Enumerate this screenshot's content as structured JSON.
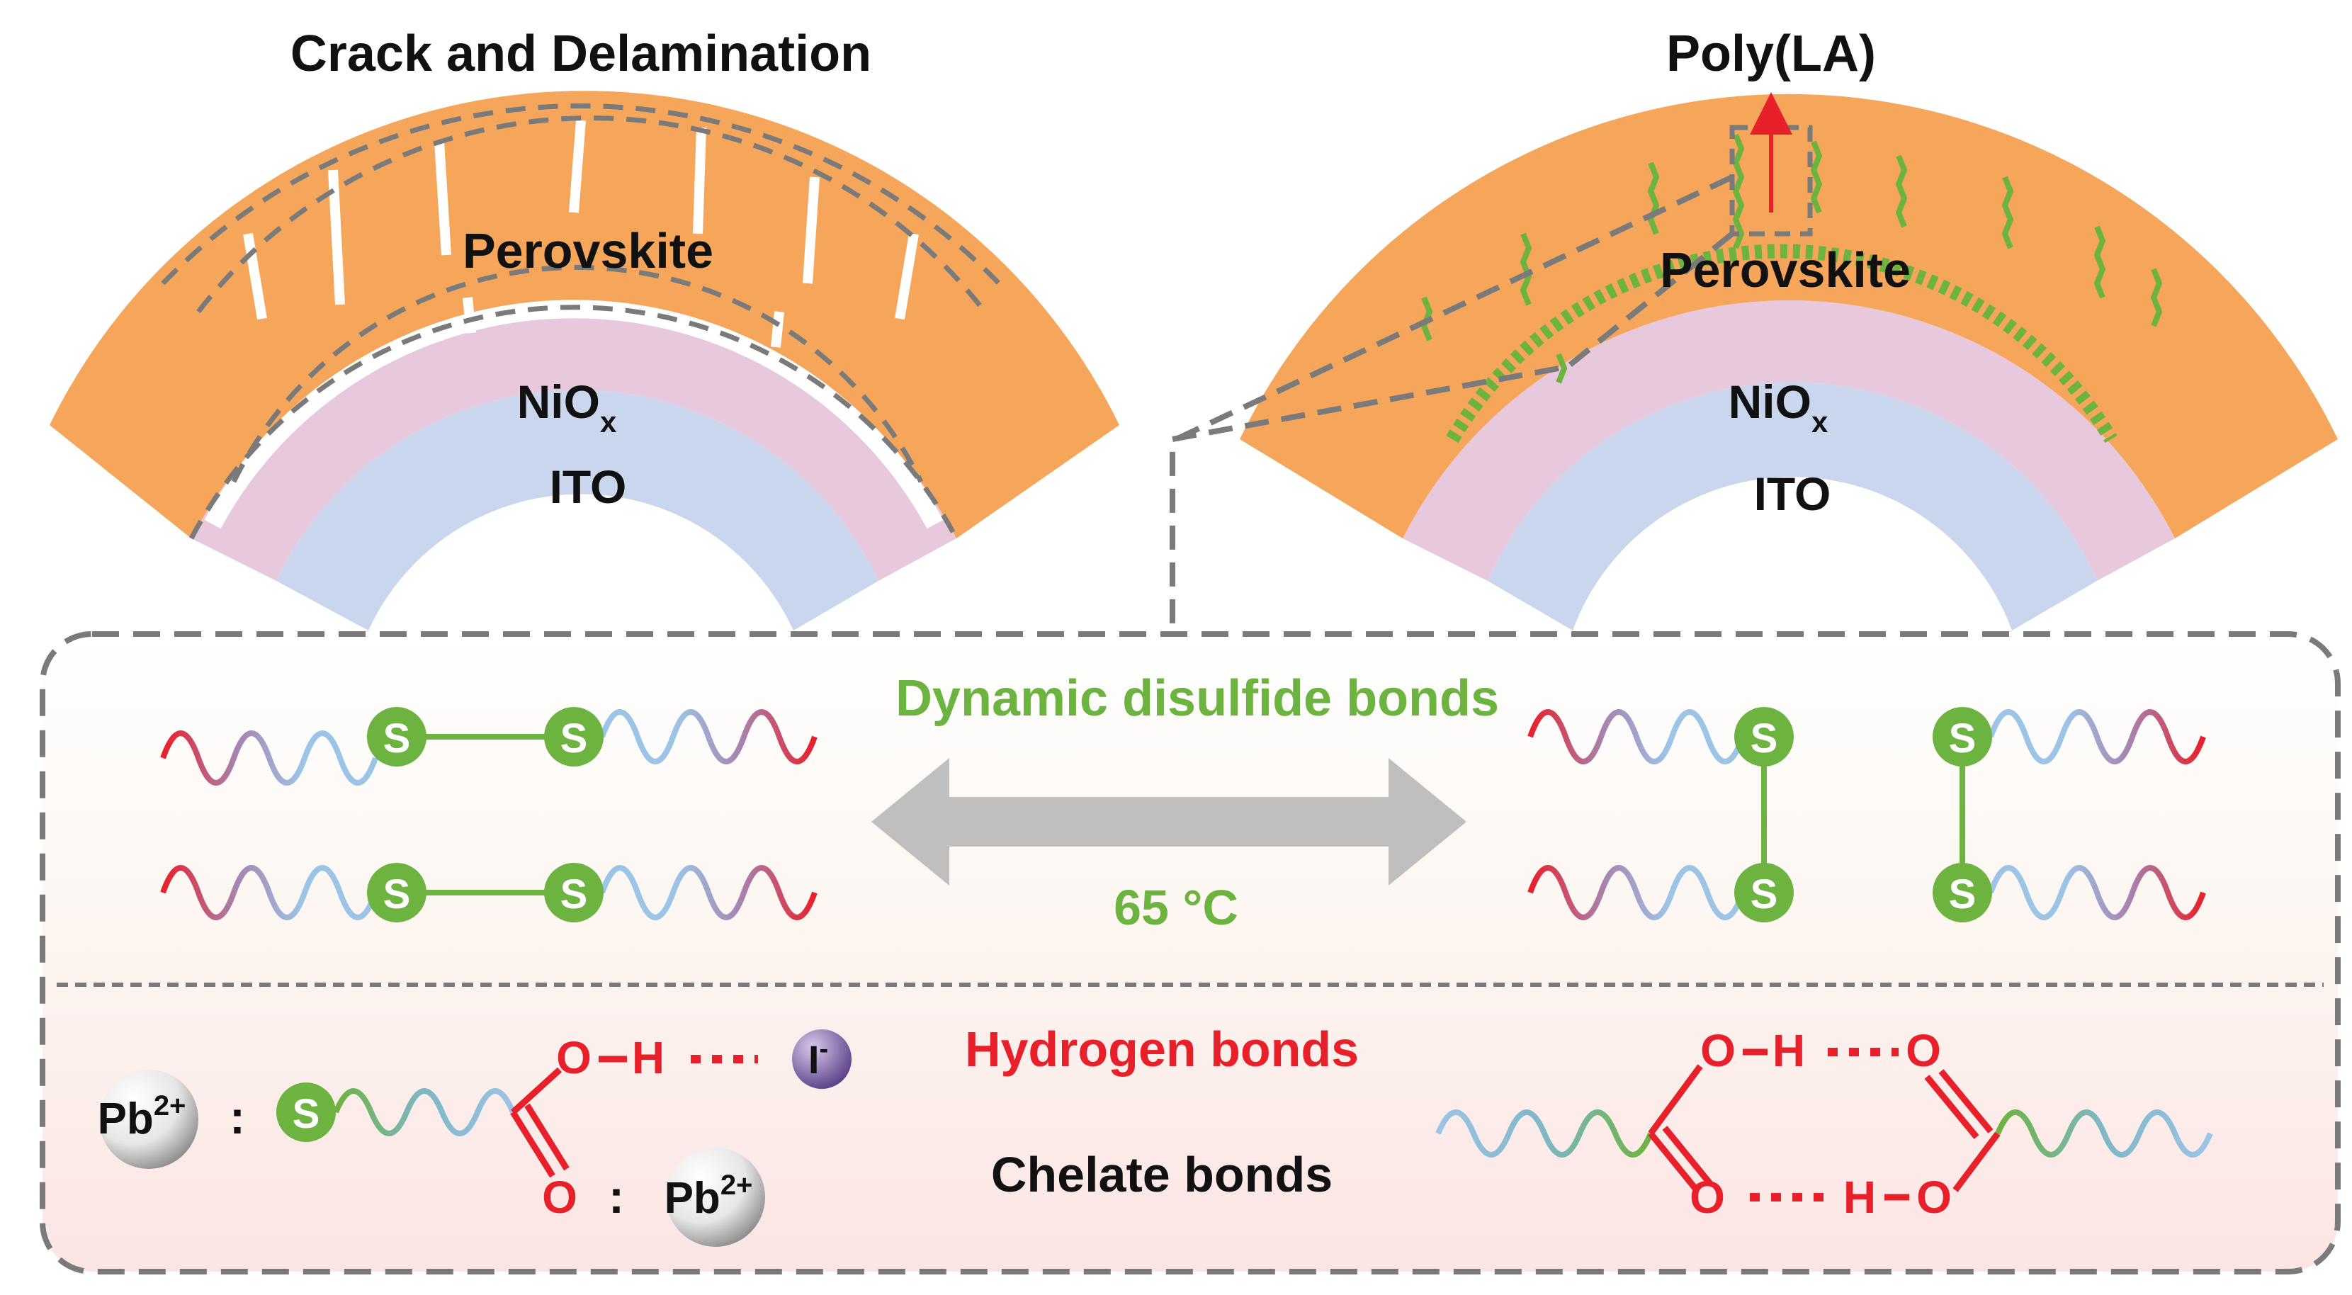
{
  "left_panel": {
    "title": "Crack and Delamination",
    "perovskite_label": "Perovskite",
    "niox_label": "NiO",
    "niox_sub": "x",
    "ito_label": "ITO"
  },
  "right_panel": {
    "title": "Poly(LA)",
    "perovskite_label": "Perovskite",
    "niox_label": "NiO",
    "niox_sub": "x",
    "ito_label": "ITO"
  },
  "mechanism": {
    "disulfide_title": "Dynamic disulfide bonds",
    "temperature": "65 °C",
    "sulfur_symbol": "S",
    "hydrogen_bonds": "Hydrogen bonds",
    "chelate_bonds": "Chelate bonds",
    "pb_ion": "Pb",
    "pb_charge": "2+",
    "iodide": "I",
    "iodide_charge": "-",
    "colon": ":",
    "oxygen": "O",
    "hydrogen": "H"
  },
  "colors": {
    "perovskite": "#f5a65b",
    "niox": "#e8c8dc",
    "ito": "#c9d6ee",
    "sulfur": "#6db33f",
    "green_text": "#6db33f",
    "red_text": "#e8202a",
    "dashed_gray": "#7a7a7a",
    "arrow_gray": "#bfbfbf"
  }
}
